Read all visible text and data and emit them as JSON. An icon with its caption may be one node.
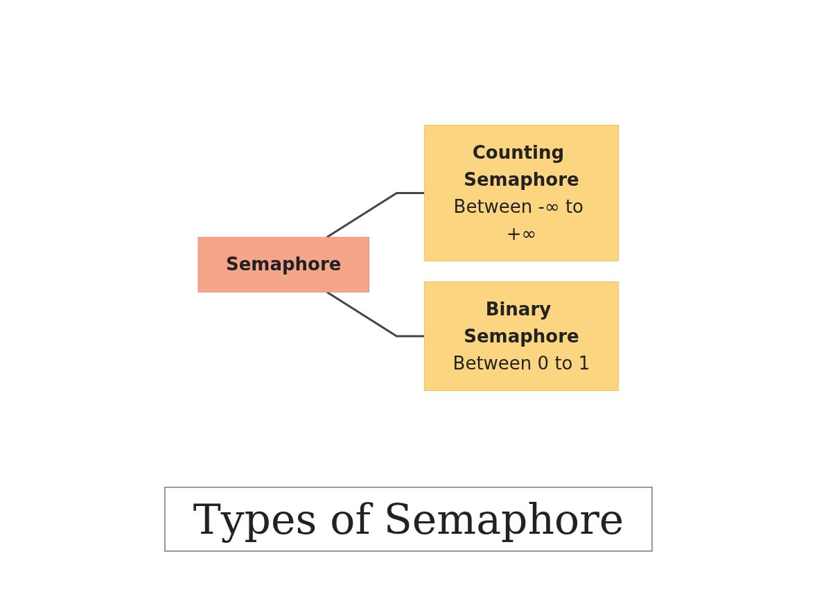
{
  "diagram": {
    "caption": "Types of Semaphore",
    "nodes": [
      {
        "text": [
          "Semaphore"
        ]
      },
      {
        "text": [
          "Counting Semaphore",
          "Between -∞ to +∞"
        ]
      },
      {
        "text": [
          "Binary Semaphore",
          "Between 0 to 1"
        ]
      }
    ],
    "edges": [
      {
        "from": 0,
        "to": 1,
        "arrow": "none"
      },
      {
        "from": 0,
        "to": 2,
        "arrow": "none"
      }
    ]
  }
}
